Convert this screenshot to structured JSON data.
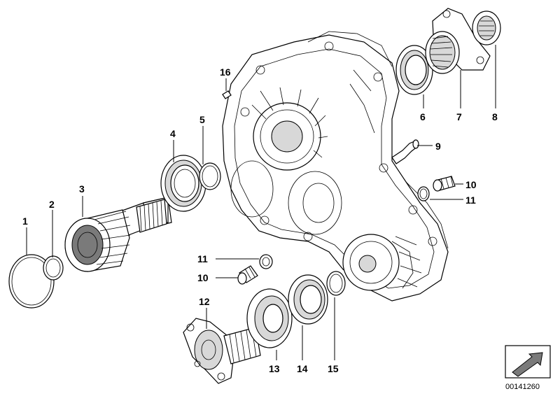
{
  "diagram": {
    "callouts": [
      {
        "id": "1",
        "label": "1"
      },
      {
        "id": "2",
        "label": "2"
      },
      {
        "id": "3",
        "label": "3"
      },
      {
        "id": "4",
        "label": "4"
      },
      {
        "id": "5",
        "label": "5"
      },
      {
        "id": "6",
        "label": "6"
      },
      {
        "id": "7",
        "label": "7"
      },
      {
        "id": "8",
        "label": "8"
      },
      {
        "id": "9",
        "label": "9"
      },
      {
        "id": "10a",
        "label": "10"
      },
      {
        "id": "11a",
        "label": "11"
      },
      {
        "id": "11b",
        "label": "11"
      },
      {
        "id": "10b",
        "label": "10"
      },
      {
        "id": "12",
        "label": "12"
      },
      {
        "id": "13",
        "label": "13"
      },
      {
        "id": "14",
        "label": "14"
      },
      {
        "id": "15",
        "label": "15"
      },
      {
        "id": "16",
        "label": "16"
      }
    ],
    "reference_code": "00141260"
  }
}
